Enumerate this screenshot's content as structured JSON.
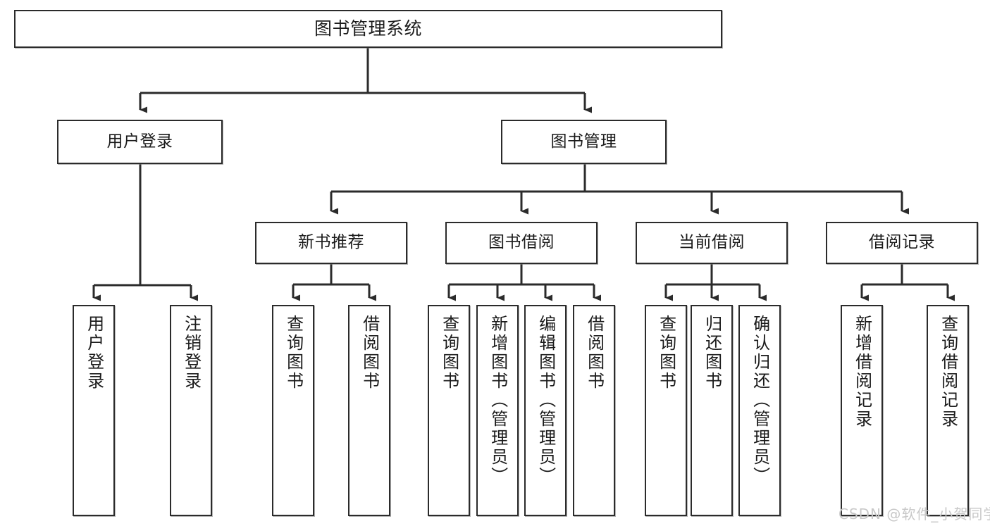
{
  "diagram": {
    "title": "图书管理系统",
    "type": "tree",
    "background_color": "#ffffff",
    "line_color": "#2b2b2b",
    "text_color": "#1b1b1b",
    "nodes": {
      "root": {
        "label": "图书管理系统"
      },
      "level2": [
        {
          "id": "user-login",
          "label": "用户登录"
        },
        {
          "id": "book-manage",
          "label": "图书管理"
        }
      ],
      "level3": [
        {
          "id": "new-book-recommend",
          "label": "新书推荐"
        },
        {
          "id": "book-borrow",
          "label": "图书借阅"
        },
        {
          "id": "current-borrow",
          "label": "当前借阅"
        },
        {
          "id": "borrow-record",
          "label": "借阅记录"
        }
      ],
      "leaves": [
        {
          "id": "leaf-user-login",
          "label": "用户登录",
          "parent": "user-login"
        },
        {
          "id": "leaf-user-logout",
          "label": "注销登录",
          "parent": "user-login"
        },
        {
          "id": "leaf-query-book-1",
          "label": "查询图书",
          "parent": "new-book-recommend"
        },
        {
          "id": "leaf-borrow-book-1",
          "label": "借阅图书",
          "parent": "new-book-recommend"
        },
        {
          "id": "leaf-query-book-2",
          "label": "查询图书",
          "parent": "book-borrow"
        },
        {
          "id": "leaf-add-book",
          "label": "新增图书（管理员）",
          "parent": "book-borrow"
        },
        {
          "id": "leaf-edit-book",
          "label": "编辑图书（管理员）",
          "parent": "book-borrow"
        },
        {
          "id": "leaf-borrow-book-2",
          "label": "借阅图书",
          "parent": "book-borrow"
        },
        {
          "id": "leaf-query-book-3",
          "label": "查询图书",
          "parent": "current-borrow"
        },
        {
          "id": "leaf-return-book",
          "label": "归还图书",
          "parent": "current-borrow"
        },
        {
          "id": "leaf-confirm-return",
          "label": "确认归还（管理员）",
          "parent": "current-borrow"
        },
        {
          "id": "leaf-add-record",
          "label": "新增借阅记录",
          "parent": "borrow-record"
        },
        {
          "id": "leaf-query-record",
          "label": "查询借阅记录",
          "parent": "borrow-record"
        }
      ]
    },
    "watermark": "CSDN @软件_小贺同学"
  }
}
